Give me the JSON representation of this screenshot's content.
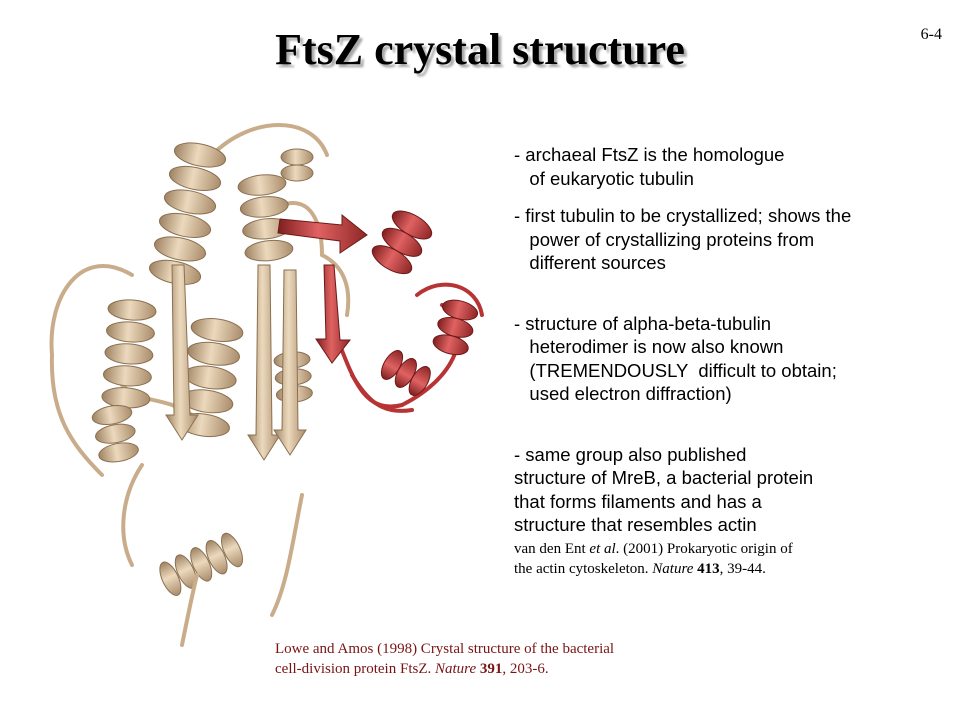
{
  "slide": {
    "title": "FtsZ crystal structure",
    "number": "6-4"
  },
  "bullets": [
    "- archaeal FtsZ is the homologue\n   of eukaryotic tubulin",
    "- first tubulin to be crystallized; shows the\n   power of crystallizing proteins from\n   different sources",
    "- structure of alpha-beta-tubulin\n   heterodimer is now also known\n   (TREMENDOUSLY  difficult to obtain;\n   used electron diffraction)",
    "- same group also published\nstructure of MreB, a bacterial protein\nthat forms filaments and has a\nstructure that resembles actin"
  ],
  "citation_mreb": {
    "authors": "van den Ent ",
    "etal": "et al",
    "text": ". (2001) Prokaryotic origin of\nthe actin cytoskeleton. ",
    "journal": "Nature",
    "volume": "413",
    "pages": ", 39-44."
  },
  "citation_ftsz": {
    "text": "Lowe and Amos (1998) Crystal structure of the bacterial\ncell-division protein FtsZ. ",
    "journal": "Nature",
    "volume": "391",
    "pages": ", 203-6."
  },
  "colors": {
    "ribbon_tan": "#d8bf9e",
    "ribbon_tan_dark": "#9e8262",
    "ribbon_red": "#c63c3c",
    "ribbon_red_dark": "#7e1e1e",
    "citation_bottom": "#7a1414"
  }
}
